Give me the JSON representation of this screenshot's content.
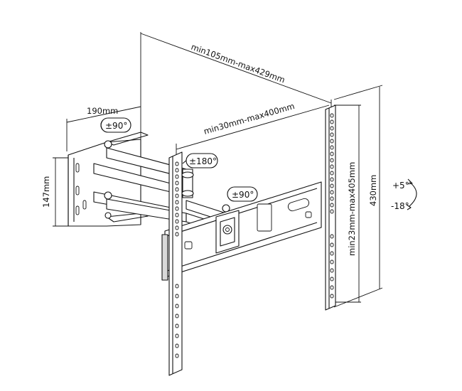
{
  "dimensions": {
    "depth_range": "min105mm-max429mm",
    "arm_range": "min30mm-max400mm",
    "wall_plate_width": "190mm",
    "wall_plate_height": "147mm",
    "vesa_vertical_range": "min23mm-max405mm",
    "bracket_height": "430mm"
  },
  "angles": {
    "wall_swivel": "±90°",
    "middle_swivel": "±180°",
    "head_swivel": "±90°",
    "tilt_up": "+5°",
    "tilt_down": "-18°"
  }
}
